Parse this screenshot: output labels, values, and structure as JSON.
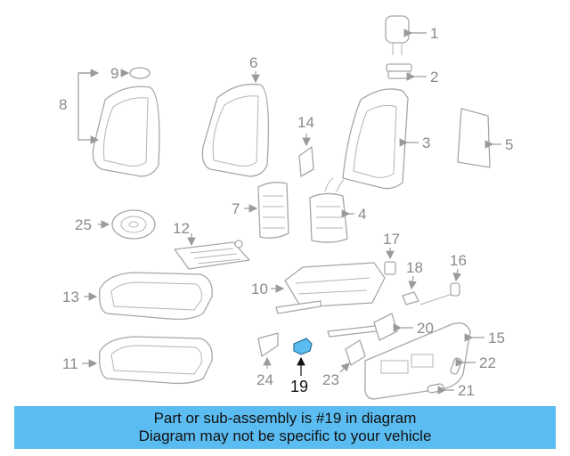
{
  "callouts": {
    "c1": "1",
    "c2": "2",
    "c3": "3",
    "c4": "4",
    "c5": "5",
    "c6": "6",
    "c7": "7",
    "c8": "8",
    "c9": "9",
    "c10": "10",
    "c11": "11",
    "c12": "12",
    "c13": "13",
    "c14": "14",
    "c15": "15",
    "c16": "16",
    "c17": "17",
    "c18": "18",
    "c19": "19",
    "c20": "20",
    "c21": "21",
    "c22": "22",
    "c23": "23",
    "c24": "24",
    "c25": "25"
  },
  "highlight": {
    "part_number": "19",
    "color": "#5bbcf1"
  },
  "banner": {
    "line1": "Part or sub-assembly is #19 in diagram",
    "line2": "Diagram may not be specific to your vehicle",
    "background": "#5bbcf1"
  }
}
